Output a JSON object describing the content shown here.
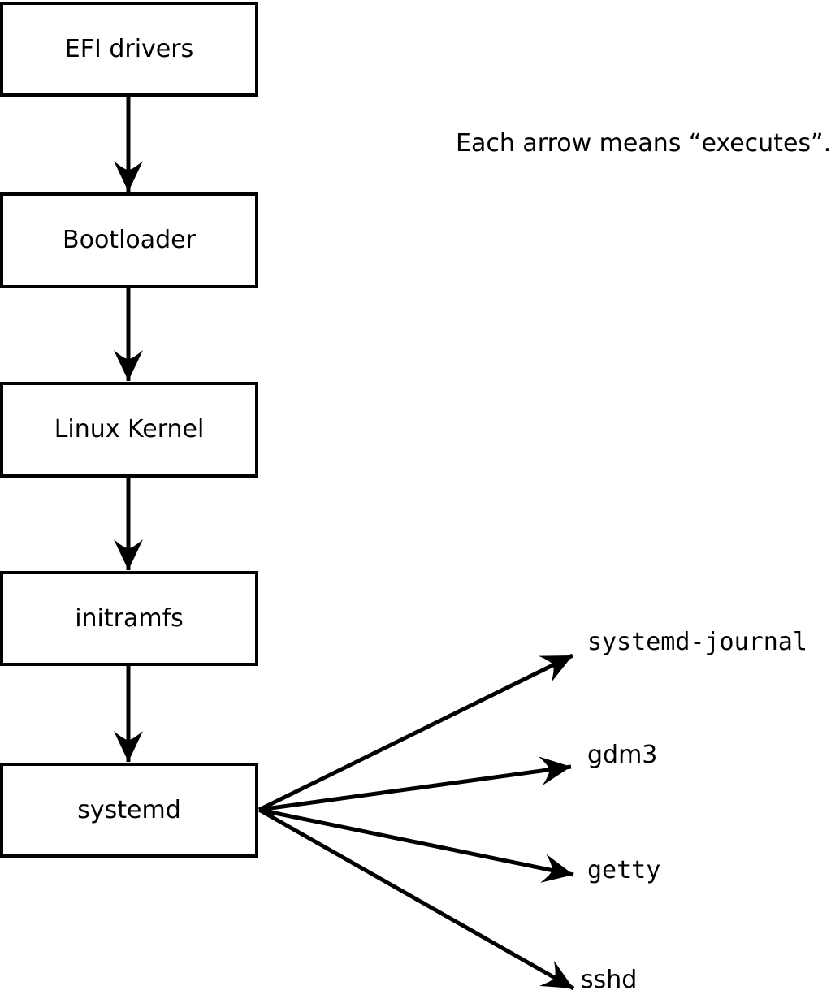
{
  "diagram": {
    "note": "Each arrow means “executes”.",
    "chain": [
      "EFI drivers",
      "Bootloader",
      "Linux Kernel",
      "initramfs",
      "systemd"
    ],
    "spawned": [
      "systemd-journal",
      "gdm3",
      "getty",
      "sshd"
    ],
    "edges_meaning": "executes",
    "edges": [
      {
        "from": "EFI drivers",
        "to": "Bootloader"
      },
      {
        "from": "Bootloader",
        "to": "Linux Kernel"
      },
      {
        "from": "Linux Kernel",
        "to": "initramfs"
      },
      {
        "from": "initramfs",
        "to": "systemd"
      },
      {
        "from": "systemd",
        "to": "systemd-journal"
      },
      {
        "from": "systemd",
        "to": "gdm3"
      },
      {
        "from": "systemd",
        "to": "getty"
      },
      {
        "from": "systemd",
        "to": "sshd"
      }
    ],
    "colors": {
      "stroke": "#000000",
      "text": "#000000",
      "box_fill": "#ffffff",
      "background": "#ffffff"
    }
  }
}
